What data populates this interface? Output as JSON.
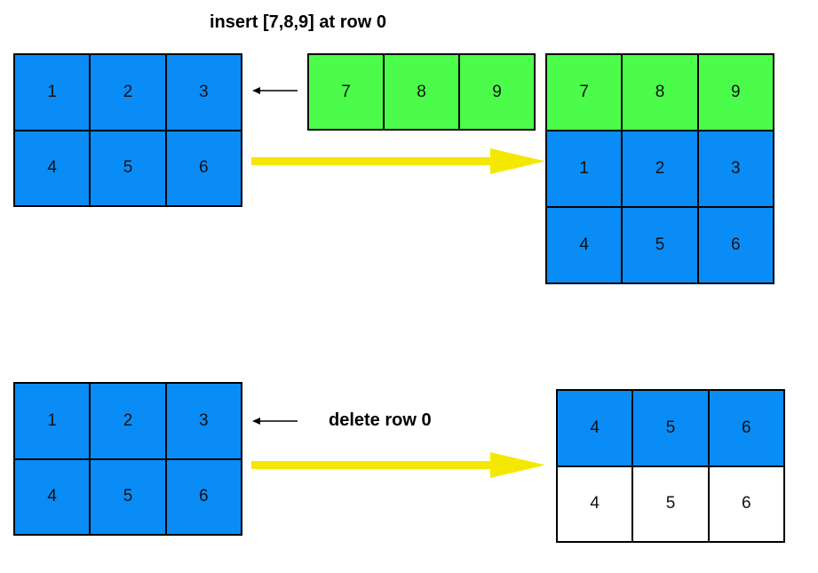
{
  "top": {
    "caption": "insert [7,8,9] at row 0",
    "source_grid": [
      [
        "1",
        "2",
        "3"
      ],
      [
        "4",
        "5",
        "6"
      ]
    ],
    "insert_row": [
      "7",
      "8",
      "9"
    ],
    "result_grid": [
      [
        "7",
        "8",
        "9"
      ],
      [
        "1",
        "2",
        "3"
      ],
      [
        "4",
        "5",
        "6"
      ]
    ]
  },
  "bottom": {
    "caption": "delete row 0",
    "source_grid": [
      [
        "1",
        "2",
        "3"
      ],
      [
        "4",
        "5",
        "6"
      ]
    ],
    "result_grid": [
      [
        "4",
        "5",
        "6"
      ],
      [
        "4",
        "5",
        "6"
      ]
    ]
  },
  "colors": {
    "blue": "#0a8cf7",
    "green": "#4cfc4a",
    "arrow_yellow": "#f5e800",
    "white": "#ffffff"
  }
}
